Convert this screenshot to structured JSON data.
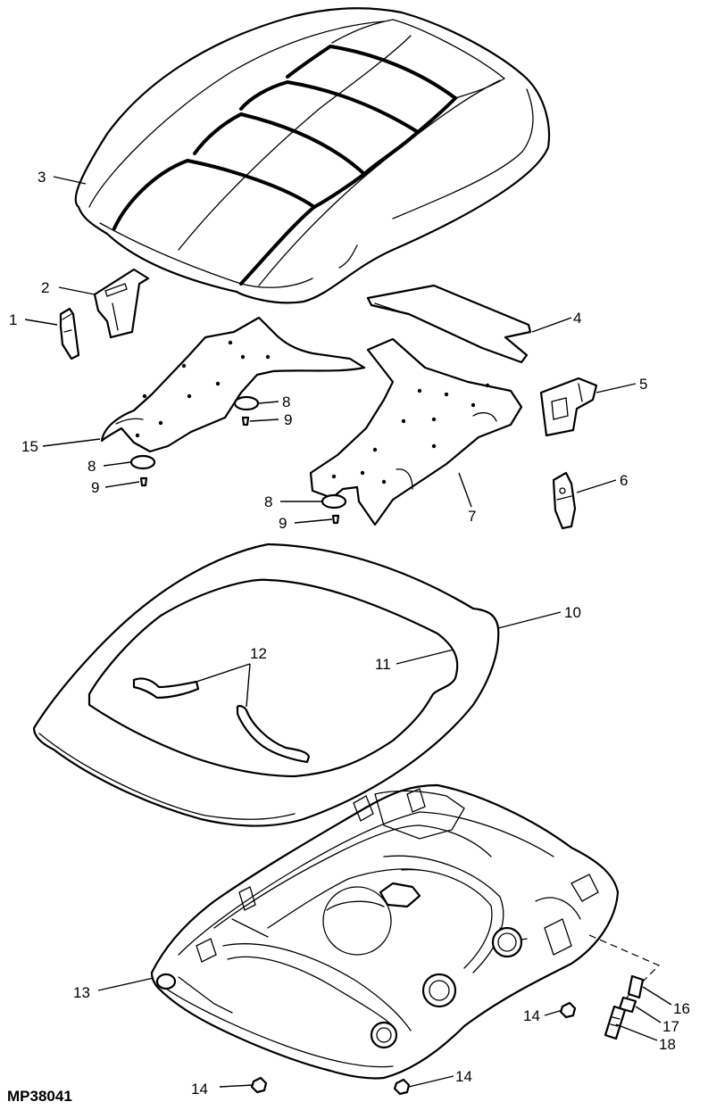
{
  "figure_id": "MP38041",
  "callouts": [
    {
      "key": "c1",
      "label": "1"
    },
    {
      "key": "c2",
      "label": "2"
    },
    {
      "key": "c3",
      "label": "3"
    },
    {
      "key": "c4",
      "label": "4"
    },
    {
      "key": "c5",
      "label": "5"
    },
    {
      "key": "c6",
      "label": "6"
    },
    {
      "key": "c7",
      "label": "7"
    },
    {
      "key": "c8a",
      "label": "8"
    },
    {
      "key": "c8b",
      "label": "8"
    },
    {
      "key": "c8c",
      "label": "8"
    },
    {
      "key": "c9a",
      "label": "9"
    },
    {
      "key": "c9b",
      "label": "9"
    },
    {
      "key": "c9c",
      "label": "9"
    },
    {
      "key": "c10",
      "label": "10"
    },
    {
      "key": "c11",
      "label": "11"
    },
    {
      "key": "c12",
      "label": "12"
    },
    {
      "key": "c13",
      "label": "13"
    },
    {
      "key": "c14a",
      "label": "14"
    },
    {
      "key": "c14b",
      "label": "14"
    },
    {
      "key": "c14c",
      "label": "14"
    },
    {
      "key": "c15",
      "label": "15"
    },
    {
      "key": "c16",
      "label": "16"
    },
    {
      "key": "c17",
      "label": "17"
    },
    {
      "key": "c18",
      "label": "18"
    }
  ]
}
